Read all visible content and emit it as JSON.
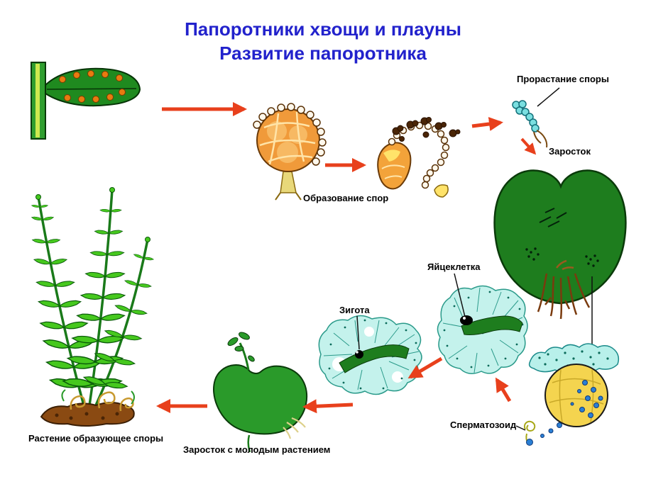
{
  "title": {
    "line1": "Папоротники хвощи и плауны",
    "line2": "Развитие папоротника"
  },
  "labels": {
    "spore_germination": "Прорастание споры",
    "prothallus": "Заросток",
    "spore_formation": "Образование спор",
    "egg_cell": "Яйцеклетка",
    "zygote": "Зигота",
    "spermatozoid": "Сперматозоид",
    "prothallus_with_young_plant": "Заросток с молодым растением",
    "spore_forming_plant": "Растение образующее споры"
  },
  "colors": {
    "title_blue": "#2222cc",
    "arrow_red": "#e8401c",
    "label_black": "#000000",
    "fern_green": "#46c81e",
    "prothallus_dark_green": "#1e7d1e",
    "sporangium_orange": "#f09a3a",
    "cell_cyan": "#c4f2ec",
    "antheridium_yellow": "#f4d44f",
    "sperm_blue": "#2a7fd4",
    "rhizoid_brown": "#7a3a0e"
  }
}
